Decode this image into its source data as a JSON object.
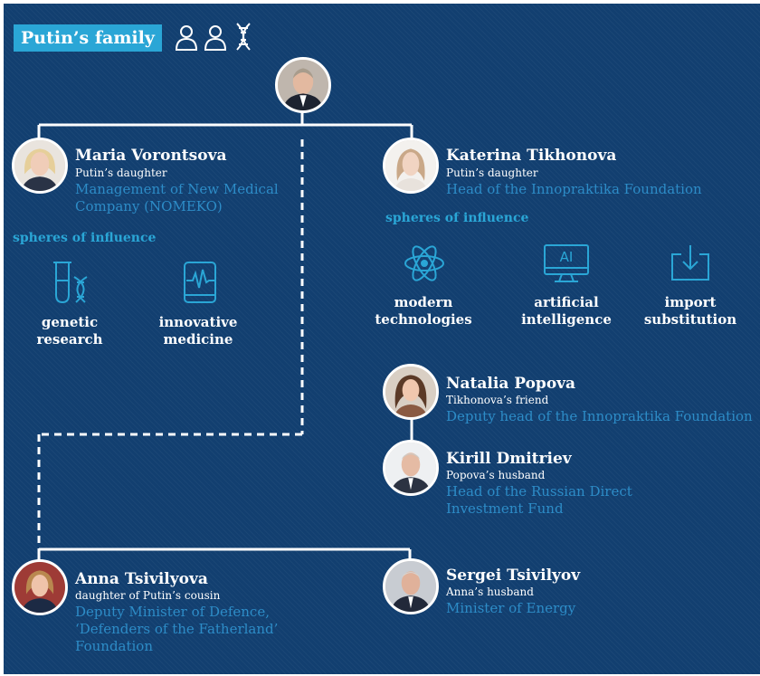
{
  "title": "Putin’s family",
  "icons": [
    "person-icon",
    "person-icon",
    "dna-icon"
  ],
  "root": {
    "avatar": "putin-avatar"
  },
  "people": {
    "maria": {
      "name": "Maria Vorontsova",
      "relation": "Putin’s daughter",
      "role_line1": "Management of New Medical",
      "role_line2": "Company (NOMEKO)"
    },
    "katerina": {
      "name": "Katerina Tikhonova",
      "relation": "Putin’s daughter",
      "role_line1": "Head of the Innopraktika Foundation"
    },
    "natalia": {
      "name": "Natalia Popova",
      "relation": "Tikhonova’s friend",
      "role_line1": "Deputy head of the Innopraktika Foundation"
    },
    "kirill": {
      "name": "Kirill Dmitriev",
      "relation": "Popova’s husband",
      "role_line1": "Head of the Russian Direct",
      "role_line2": "Investment Fund"
    },
    "anna": {
      "name": "Anna Tsivilyova",
      "relation": "daughter of Putin’s cousin",
      "role_line1": "Deputy Minister of Defence,",
      "role_line2": "‘Defenders of the Fatherland’",
      "role_line3": "Foundation"
    },
    "sergei": {
      "name": "Sergei Tsivilyov",
      "relation": "Anna’s husband",
      "role_line1": "Minister of Energy"
    }
  },
  "spheres_heading": "spheres of influence",
  "maria_spheres": [
    {
      "icon": "test-tube-dna-icon",
      "line1": "genetic",
      "line2": "research"
    },
    {
      "icon": "cardiogram-tablet-icon",
      "line1": "innovative",
      "line2": "medicine"
    }
  ],
  "katerina_spheres": [
    {
      "icon": "atom-icon",
      "line1": "modern",
      "line2": "technologies"
    },
    {
      "icon": "ai-monitor-icon",
      "line1": "artificial",
      "line2": "intelligence"
    },
    {
      "icon": "import-box-icon",
      "line1": "import",
      "line2": "substitution"
    }
  ],
  "colors": {
    "background": "#123f70",
    "accent": "#2aa6d6",
    "role_text": "#2d8cc7",
    "text": "#ffffff"
  }
}
